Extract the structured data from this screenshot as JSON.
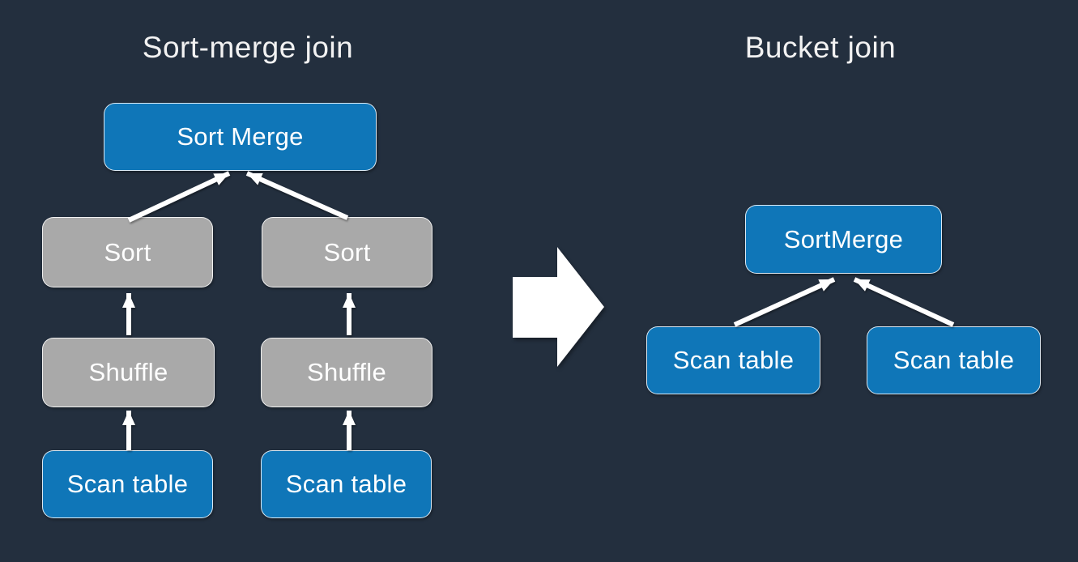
{
  "colors": {
    "bg": "#232F3E",
    "blue": "#0F76B8",
    "gray": "#A9A9A9",
    "arrow": "#FFFFFF",
    "title_text": "#F2F2F2",
    "node_text": "#FFFFFF"
  },
  "left": {
    "title": "Sort-merge join",
    "nodes": {
      "root": "Sort Merge",
      "sort1": "Sort",
      "sort2": "Sort",
      "shuffle1": "Shuffle",
      "shuffle2": "Shuffle",
      "scan1": "Scan table",
      "scan2": "Scan table"
    }
  },
  "right": {
    "title": "Bucket join",
    "nodes": {
      "root": "SortMerge",
      "scan1": "Scan table",
      "scan2": "Scan table"
    }
  }
}
